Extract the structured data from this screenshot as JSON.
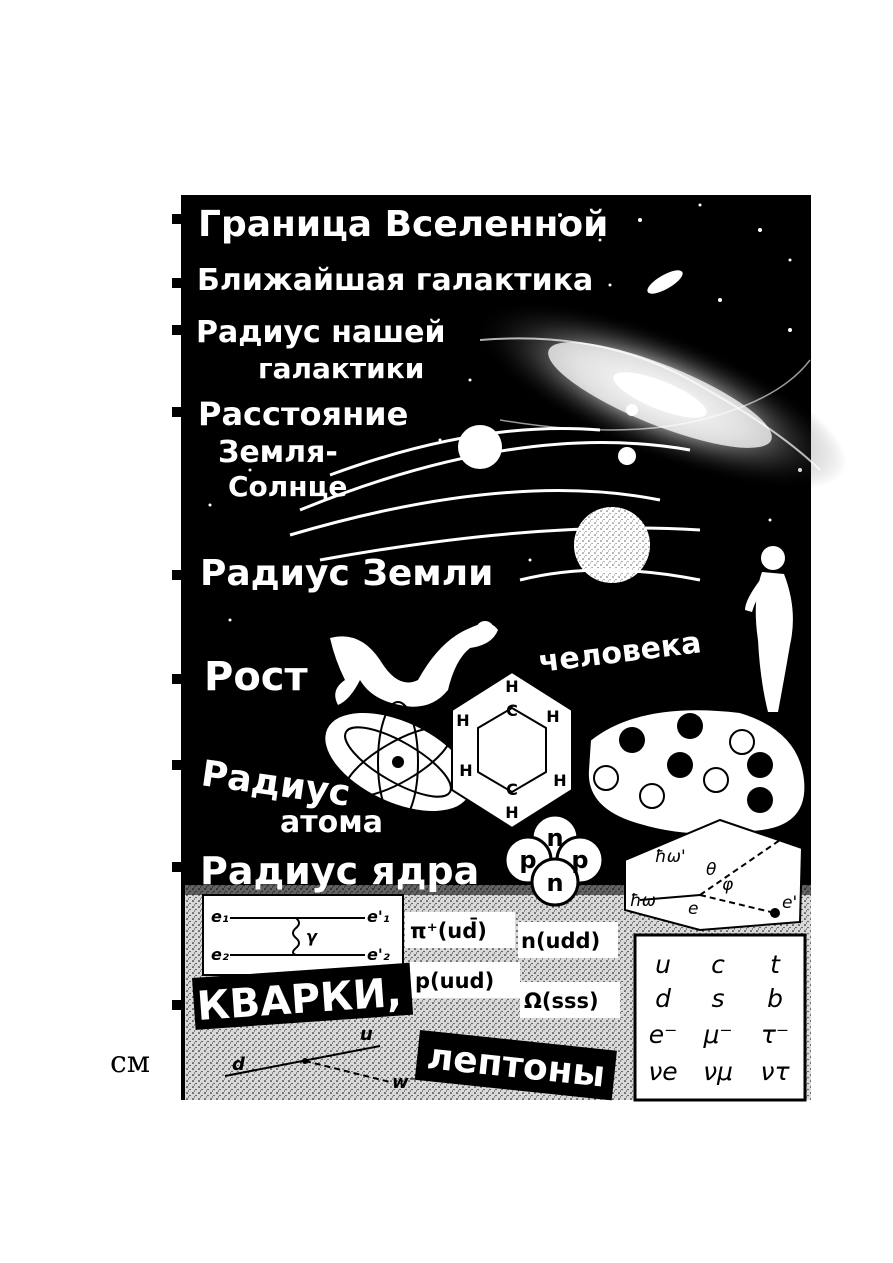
{
  "unit": "см",
  "scale_labels": {
    "universe_boundary": "Граница Вселенной",
    "nearest_galaxy": "Ближайшая галактика",
    "galaxy_radius_1": "Радиус нашей",
    "galaxy_radius_2": "галактики",
    "earth_sun_1": "Расстояние",
    "earth_sun_2": "Земля-",
    "earth_sun_3": "Солнце",
    "earth_radius": "Радиус Земли",
    "human_height_1": "Рост",
    "human_height_2": "человека",
    "atom_radius_1": "Радиус",
    "atom_radius_2": "атома",
    "nucleus_radius": "Радиус ядра",
    "quarks_1": "КВАРКИ,",
    "quarks_2": "лептоны"
  },
  "nucleus": {
    "p": "p",
    "n": "n"
  },
  "photon_diagram": {
    "hw_prime": "ħω'",
    "theta": "θ",
    "phi": "φ",
    "hw": "ħω",
    "e": "e",
    "e_prime": "e'"
  },
  "exchange_diagram": {
    "e1": "e₁",
    "e1p": "e'₁",
    "gamma": "γ",
    "e2": "e₂",
    "e2p": "e'₂"
  },
  "hadrons": {
    "pion": "π⁺(ud̄)",
    "neutron": "n(udd)",
    "proton": "p(uud)",
    "omega": "Ω(sss)"
  },
  "fermion_table": [
    [
      "u",
      "c",
      "t"
    ],
    [
      "d",
      "s",
      "b"
    ],
    [
      "e⁻",
      "μ⁻",
      "τ⁻"
    ],
    [
      "νe",
      "νμ",
      "ντ"
    ]
  ],
  "decay": {
    "d": "d",
    "u": "u",
    "w": "w⁻"
  },
  "molecule": {
    "h": "H",
    "c": "C"
  }
}
